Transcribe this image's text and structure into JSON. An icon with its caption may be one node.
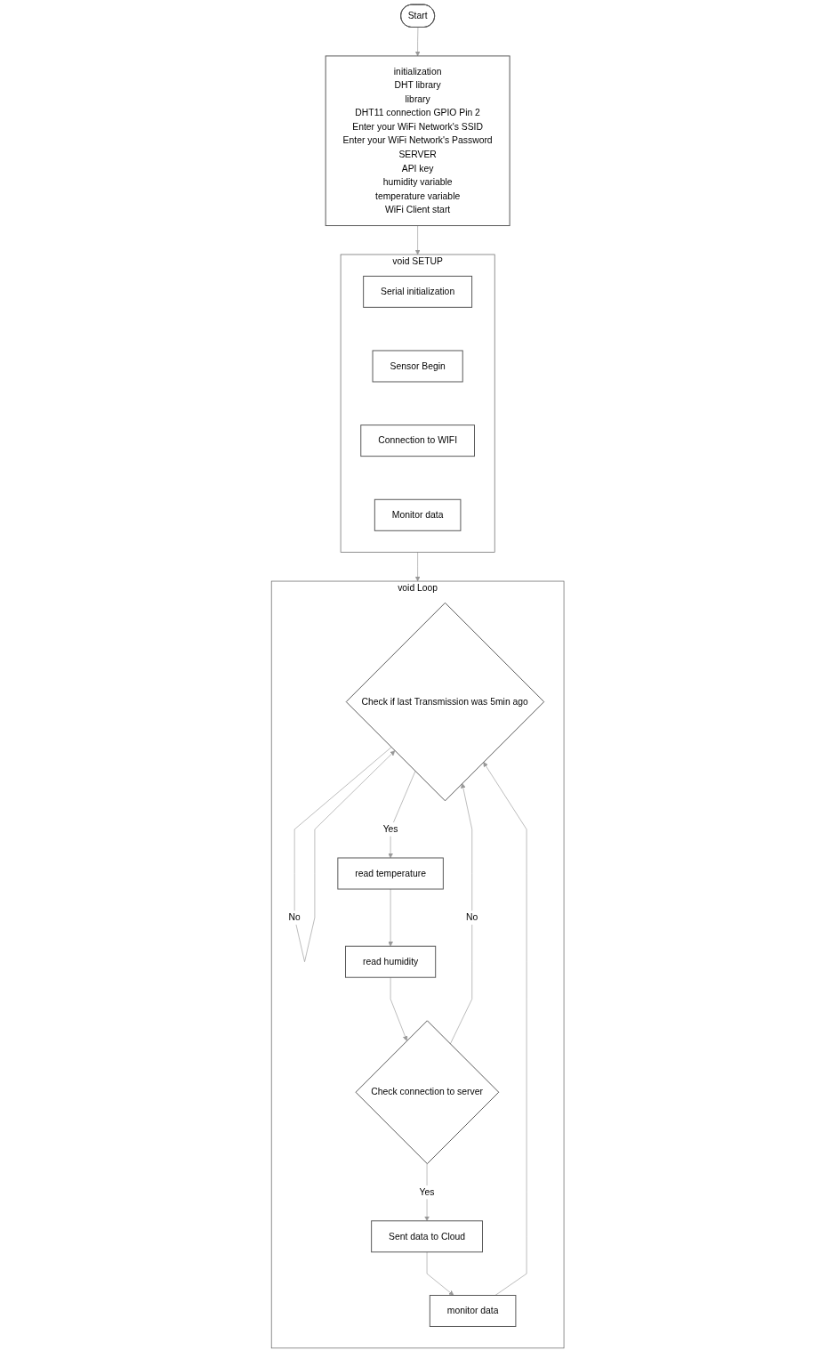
{
  "diagram": {
    "nodes": [
      {
        "text": [
          "Start"
        ]
      },
      {
        "text": [
          "initialization",
          "DHT library",
          "library",
          "DHT11 connection GPIO Pin 2",
          "Enter your WiFi Network's SSID",
          "Enter your WiFi Network's Password",
          "SERVER",
          "API key",
          "humidity variable",
          "temperature variable",
          "WiFi Client start"
        ]
      },
      {
        "text": [
          "void SETUP"
        ]
      },
      {
        "text": [
          "Serial initialization"
        ],
        "in": 2
      },
      {
        "text": [
          "Sensor Begin"
        ],
        "in": 2
      },
      {
        "text": [
          "Connection to WIFI"
        ],
        "in": 2
      },
      {
        "text": [
          "Monitor data"
        ],
        "in": 2
      },
      {
        "text": [
          "void Loop"
        ]
      },
      {
        "text": [
          "Check if last Transmission was 5min ago"
        ],
        "in": 7
      },
      {
        "text": [
          "read temperature"
        ],
        "in": 7
      },
      {
        "text": [
          "read humidity"
        ],
        "in": 7
      },
      {
        "text": [
          "Check connection to server"
        ],
        "in": 7
      },
      {
        "text": [
          "Sent data to Cloud"
        ],
        "in": 7
      },
      {
        "text": [
          "monitor data"
        ],
        "in": 7
      }
    ],
    "edges": [
      {
        "from": 0,
        "to": 1,
        "arrow": "to"
      },
      {
        "from": 1,
        "to": 2,
        "arrow": "to"
      },
      {
        "from": 2,
        "to": 7,
        "arrow": "to"
      },
      {
        "from": 8,
        "to": 8,
        "arrow": "to",
        "label": "No"
      },
      {
        "from": 8,
        "to": 9,
        "arrow": "to",
        "label": "Yes"
      },
      {
        "from": 9,
        "to": 10,
        "arrow": "to"
      },
      {
        "from": 10,
        "to": 11,
        "arrow": "to"
      },
      {
        "from": 11,
        "to": 8,
        "arrow": "to",
        "label": "No"
      },
      {
        "from": 11,
        "to": 12,
        "arrow": "to",
        "label": "Yes"
      },
      {
        "from": 12,
        "to": 13,
        "arrow": "to"
      },
      {
        "from": 13,
        "to": 8,
        "arrow": "to"
      }
    ]
  }
}
